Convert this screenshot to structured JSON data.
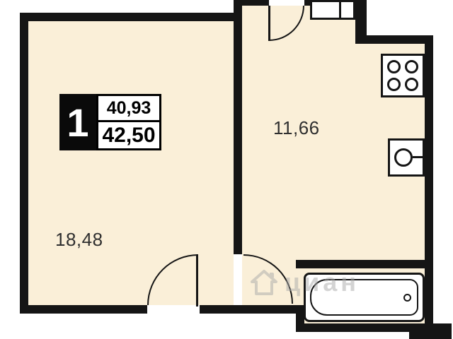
{
  "floor_plan": {
    "badge": {
      "room_count": "1",
      "area_primary": "40,93",
      "area_secondary": "42,50"
    },
    "rooms": [
      {
        "id": "living-room",
        "area_label": "18,48"
      },
      {
        "id": "kitchen",
        "area_label": "11,66"
      }
    ],
    "fixtures": [
      "stove",
      "kitchen-sink",
      "bathtub",
      "balcony-door",
      "entry-door",
      "hall-door",
      "window"
    ],
    "watermark": {
      "text": "циан"
    },
    "colors": {
      "room_fill": "#FAEFD8",
      "wall": "#151515",
      "label": "#2f2f2f",
      "watermark": "#aaaaaa"
    }
  }
}
